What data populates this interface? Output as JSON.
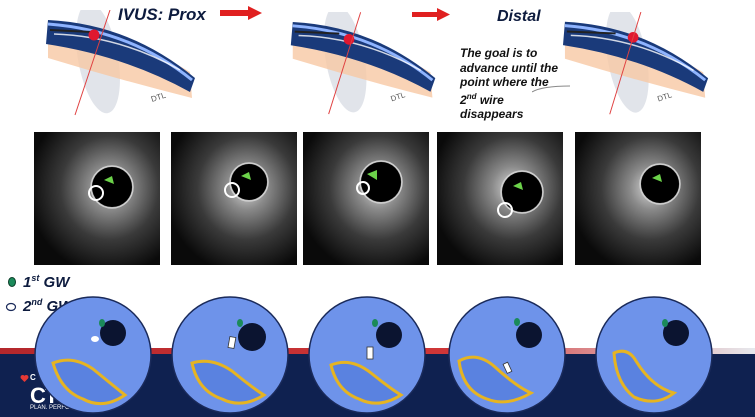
{
  "titles": {
    "left": "IVUS:  Prox",
    "right": "Distal"
  },
  "goal_lines": [
    "The goal is to",
    "advance until the",
    "point where the",
    "wire",
    "disappears"
  ],
  "goal_ordinal": "2",
  "goal_ordinal_sup": "nd",
  "illustration_label": "DTL",
  "legend": {
    "first": {
      "prefix": "1",
      "sup": "st",
      "suffix": " GW",
      "color": "#1b8a5a"
    },
    "second": {
      "prefix": "2",
      "sup": "nd",
      "suffix": " GW",
      "color": "#ffffff"
    }
  },
  "logo": {
    "small": "C",
    "big": "CT",
    "tagline": "PLAN. PERFORM."
  },
  "colors": {
    "navy": "#0f2150",
    "accent_red": "#e53935",
    "vessel_blue": "#6e93ea",
    "plaque_yellow": "#e6b422",
    "arrow_red": "#e02020"
  }
}
